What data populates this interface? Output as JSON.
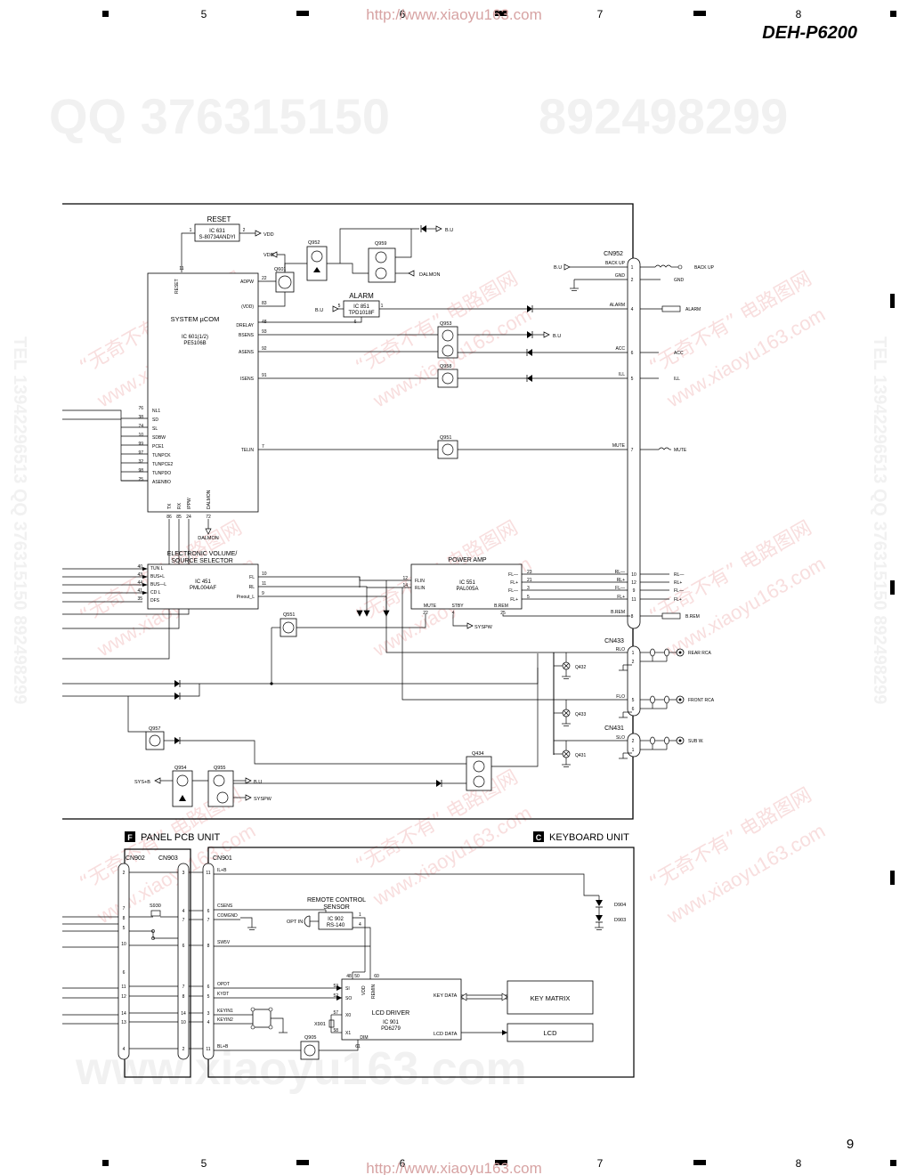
{
  "header": {
    "model": "DEH-P6200",
    "url_top": "http://www.xiaoyu163.com",
    "url_bottom": "http://www.xiaoyu163.com",
    "columns": [
      "5",
      "6",
      "7",
      "8"
    ],
    "page_number": "9"
  },
  "watermarks": {
    "qq": "QQ 376315150",
    "num": "892498299",
    "tel_vertical": "TEL 13942296513  QQ 376315150  892498299",
    "cn": "“无奇不有” 电路图网",
    "url": "www.xiaoyu163.com",
    "big_bottom": "www.xiaoyu163.com"
  },
  "sections": {
    "panel": "PANEL PCB UNIT",
    "panel_tag": "F",
    "keyboard": "KEYBOARD UNIT",
    "keyboard_tag": "C"
  },
  "reset": {
    "title": "RESET",
    "ic": "IC 631",
    "part": "S-80734ANDYI",
    "pin_in": "1",
    "pin_out": "2",
    "vdd": "VDD",
    "pin_micro": "11"
  },
  "syscom": {
    "title": "SYSTEM µCOM",
    "ic": "IC 601(1/2)",
    "part": "PE5106B",
    "reset_label": "RESET",
    "pins_right": [
      {
        "num": "22",
        "label": "ADPW"
      },
      {
        "num": "83",
        "label": "(VDD)"
      },
      {
        "num": "48",
        "label": "DRELAY"
      },
      {
        "num": "93",
        "label": "BSENS"
      },
      {
        "num": "92",
        "label": "ASENS"
      },
      {
        "num": "91",
        "label": "ISENS"
      },
      {
        "num": "7",
        "label": "TELIN"
      }
    ],
    "pins_left": [
      {
        "num": "76",
        "label": "NL1"
      },
      {
        "num": "38",
        "label": "SD"
      },
      {
        "num": "74",
        "label": "SL"
      },
      {
        "num": "10",
        "label": "SDBW"
      },
      {
        "num": "99",
        "label": "PCE1"
      },
      {
        "num": "97",
        "label": "TUNPCK"
      },
      {
        "num": "32",
        "label": "TUNPCE2"
      },
      {
        "num": "98",
        "label": "TUNPDO"
      },
      {
        "num": "25",
        "label": "ASENBO"
      }
    ],
    "pins_bottom": [
      {
        "num": "86",
        "label": "TX"
      },
      {
        "num": "85",
        "label": "RX"
      },
      {
        "num": "24",
        "label": "IPPW"
      },
      {
        "num": "72",
        "label": "DALMON"
      }
    ],
    "dalmon": "DALMON"
  },
  "transistors": {
    "q601": "Q601",
    "q952": "Q952",
    "q959": "Q959",
    "q953": "Q953",
    "q958": "Q958",
    "q951": "Q951",
    "q551": "Q551",
    "q957": "Q957",
    "q954": "Q954",
    "q955": "Q955",
    "q434": "Q434",
    "q905": "Q905"
  },
  "nets": {
    "bu": "B.U",
    "vdd": "VDD",
    "dalmon": "DALMON",
    "sysb": "SYS+B",
    "syspw": "SYSPW",
    "stby": "STBY"
  },
  "alarm_ic": {
    "title": "ALARM",
    "ic": "IC 851",
    "part": "TPD1018F",
    "pin5": "5",
    "pin1": "1",
    "pin6": "6",
    "bu": "B.U"
  },
  "cn952": {
    "title": "CN952",
    "bu": "B.U",
    "rows": [
      {
        "label": "BACK UP",
        "pin": "1",
        "ext": "BACK UP"
      },
      {
        "label": "GND",
        "pin": "2",
        "ext": "GND"
      },
      {
        "label": "ALARM",
        "pin": "4",
        "ext": "ALARM"
      },
      {
        "label": "ACC",
        "pin": "6",
        "ext": "ACC"
      },
      {
        "label": "ILL",
        "pin": "5",
        "ext": "ILL"
      },
      {
        "label": "MUTE",
        "pin": "7",
        "ext": "MUTE"
      },
      {
        "label": "B.REM",
        "pin": "8",
        "ext": "B.REM"
      }
    ],
    "speakers": [
      {
        "label": "RL—",
        "pin": "10",
        "ext": "RL—"
      },
      {
        "label": "RL+",
        "pin": "12",
        "ext": "RL+"
      },
      {
        "label": "FL—",
        "pin": "9",
        "ext": "FL—"
      },
      {
        "label": "FL+",
        "pin": "11",
        "ext": "FL+"
      }
    ]
  },
  "evol": {
    "title1": "ELECTRONIC VOLUME/",
    "title2": "SOURCE SELECTOR",
    "ic": "IC 451",
    "part": "PML004AF",
    "pins_left": [
      {
        "num": "40",
        "label": "TUN L"
      },
      {
        "num": "43",
        "label": "BUS+L"
      },
      {
        "num": "44",
        "label": "BUS—L"
      },
      {
        "num": "41",
        "label": "CD L"
      },
      {
        "num": "35",
        "label": "DFS"
      }
    ],
    "pins_right": [
      {
        "num": "10",
        "label": "FL"
      },
      {
        "num": "11",
        "label": "RL"
      },
      {
        "num": "9",
        "label": "Preout_L"
      }
    ]
  },
  "pamp": {
    "title": "POWER AMP",
    "ic": "IC 551",
    "part": "PAL005A",
    "pins_left": [
      {
        "num": "12",
        "label": "FLIN"
      },
      {
        "num": "14",
        "label": "RLIN"
      }
    ],
    "pins_right": [
      {
        "num": "23",
        "label": "FL—"
      },
      {
        "num": "21",
        "label": "FL+"
      },
      {
        "num": "3",
        "label": "FL—"
      },
      {
        "num": "5",
        "label": "FL+"
      }
    ],
    "pins_bottom": [
      {
        "num": "22",
        "label": "MUTE"
      },
      {
        "num": "4",
        "label": "STBY"
      },
      {
        "num": "25",
        "label": "B.REM"
      }
    ]
  },
  "rca": {
    "cn433": "CN433",
    "cn431": "CN431",
    "rows": [
      {
        "sig": "RLO",
        "pin_a": "1",
        "pin_b": "2",
        "ext": "REAR RCA",
        "q": "Q432"
      },
      {
        "sig": "FLO",
        "pin_a": "5",
        "pin_b": "6",
        "ext": "FRONT RCA",
        "q": "Q433"
      },
      {
        "sig": "SLO",
        "pin_a": "2",
        "pin_b": "1",
        "ext": "SUB W.",
        "q": "Q431"
      }
    ]
  },
  "panel": {
    "cn902": "CN902",
    "cn903": "CN903",
    "cn901": "CN901",
    "s930": "S930",
    "cn902_pins": [
      "2",
      "7",
      "8",
      "5",
      "10",
      "6",
      "11",
      "12",
      "14",
      "13",
      "4"
    ],
    "cn903_pins": [
      "3",
      "4",
      "7",
      "6",
      "7",
      "8",
      "14",
      "10",
      "2"
    ],
    "cn901_pins": [
      "11",
      "6",
      "7",
      "8",
      "6",
      "5",
      "3",
      "4",
      "11"
    ],
    "signals": [
      "IL+B",
      "CSENS",
      "COMGND",
      "SW5V",
      "OPDT",
      "KYDT",
      "KEYIN1",
      "KEYIN2",
      "BL+B"
    ]
  },
  "keyboard": {
    "remote1": "REMOTE CONTROL",
    "remote2": "SENSOR",
    "ic902": "IC 902",
    "part902": "RS-140",
    "opt_in": "OPT IN",
    "remote_pins": [
      "1",
      "4"
    ],
    "lcd_title": "LCD DRIVER",
    "ic901": "IC 901",
    "part901": "PD6279",
    "lcd_top_pins": [
      "48",
      "50",
      "60"
    ],
    "lcd_left": [
      {
        "num": "53",
        "label": "SI"
      },
      {
        "num": "52",
        "label": "SO"
      },
      {
        "num": "57",
        "label": "X0"
      },
      {
        "num": "58",
        "label": "X1"
      }
    ],
    "lcd_vdd": "VDD",
    "lcd_remin": "REMIN",
    "lcd_dim": "DIM",
    "lcd_dim_pin": "61",
    "key_data": "KEY DATA",
    "lcd_data": "LCD DATA",
    "key_matrix": "KEY MATRIX",
    "lcd": "LCD",
    "x901": "X901",
    "d904": "D904",
    "d903": "D903"
  }
}
